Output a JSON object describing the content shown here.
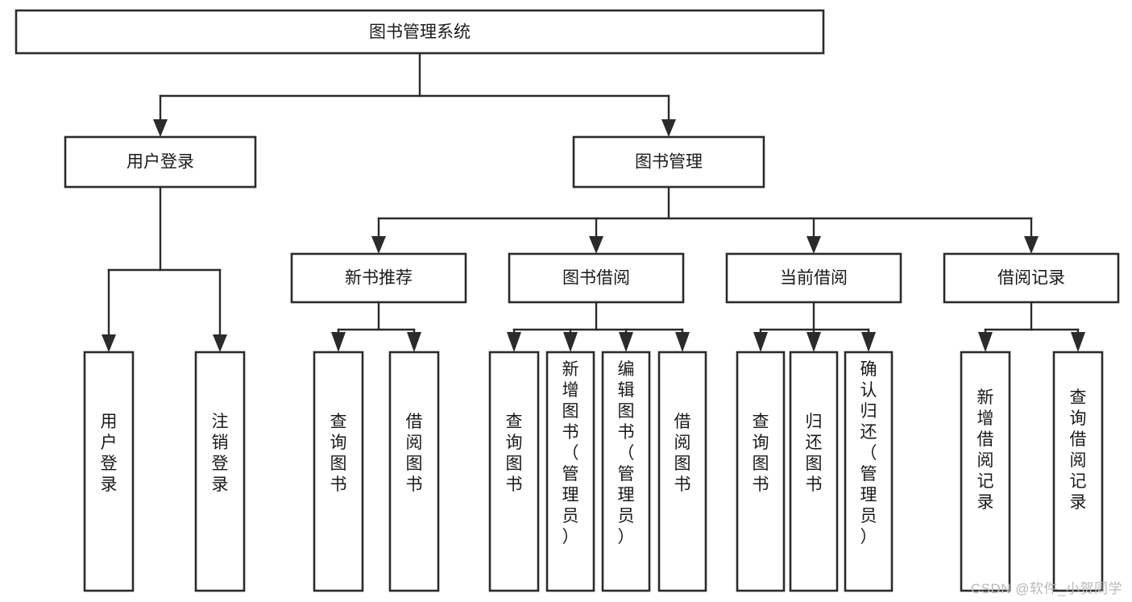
{
  "diagram": {
    "type": "tree-hierarchy-flowchart",
    "title": "图书管理系统",
    "orientation": "top-down",
    "watermark": "CSDN @软件_小贺同学",
    "levels": [
      {
        "level": 1,
        "nodes": [
          {
            "id": "root",
            "label": "图书管理系统",
            "orientation": "horizontal"
          }
        ]
      },
      {
        "level": 2,
        "nodes": [
          {
            "id": "user-login",
            "label": "用户登录",
            "orientation": "horizontal",
            "parent": "root"
          },
          {
            "id": "book-manage",
            "label": "图书管理",
            "orientation": "horizontal",
            "parent": "root"
          }
        ]
      },
      {
        "level": 3,
        "nodes": [
          {
            "id": "new-book-rec",
            "label": "新书推荐",
            "orientation": "horizontal",
            "parent": "book-manage"
          },
          {
            "id": "book-borrow",
            "label": "图书借阅",
            "orientation": "horizontal",
            "parent": "book-manage"
          },
          {
            "id": "current-borrow",
            "label": "当前借阅",
            "orientation": "horizontal",
            "parent": "book-manage"
          },
          {
            "id": "borrow-record",
            "label": "借阅记录",
            "orientation": "horizontal",
            "parent": "book-manage"
          }
        ]
      },
      {
        "level": 4,
        "nodes": [
          {
            "id": "leaf-user-login",
            "label": "用户登录",
            "orientation": "vertical",
            "parent": "user-login"
          },
          {
            "id": "leaf-logout",
            "label": "注销登录",
            "orientation": "vertical",
            "parent": "user-login"
          },
          {
            "id": "leaf-query-book-1",
            "label": "查询图书",
            "orientation": "vertical",
            "parent": "new-book-rec"
          },
          {
            "id": "leaf-borrow-book-1",
            "label": "借阅图书",
            "orientation": "vertical",
            "parent": "new-book-rec"
          },
          {
            "id": "leaf-query-book-2",
            "label": "查询图书",
            "orientation": "vertical",
            "parent": "book-borrow"
          },
          {
            "id": "leaf-add-book",
            "label": "新增图书（管理员）",
            "orientation": "vertical",
            "parent": "book-borrow"
          },
          {
            "id": "leaf-edit-book",
            "label": "编辑图书（管理员）",
            "orientation": "vertical",
            "parent": "book-borrow"
          },
          {
            "id": "leaf-borrow-book-2",
            "label": "借阅图书",
            "orientation": "vertical",
            "parent": "book-borrow"
          },
          {
            "id": "leaf-query-book-3",
            "label": "查询图书",
            "orientation": "vertical",
            "parent": "current-borrow"
          },
          {
            "id": "leaf-return-book",
            "label": "归还图书",
            "orientation": "vertical",
            "parent": "current-borrow"
          },
          {
            "id": "leaf-confirm-return",
            "label": "确认归还（管理员）",
            "orientation": "vertical",
            "parent": "current-borrow"
          },
          {
            "id": "leaf-add-record",
            "label": "新增借阅记录",
            "orientation": "vertical",
            "parent": "borrow-record"
          },
          {
            "id": "leaf-query-record",
            "label": "查询借阅记录",
            "orientation": "vertical",
            "parent": "borrow-record"
          }
        ]
      }
    ],
    "colors": {
      "box_stroke": "#2b2b2b",
      "box_fill": "#ffffff",
      "connector": "#2b2b2b",
      "text": "#1a1a1a",
      "watermark": "#b9b9b9",
      "background": "#ffffff"
    }
  }
}
